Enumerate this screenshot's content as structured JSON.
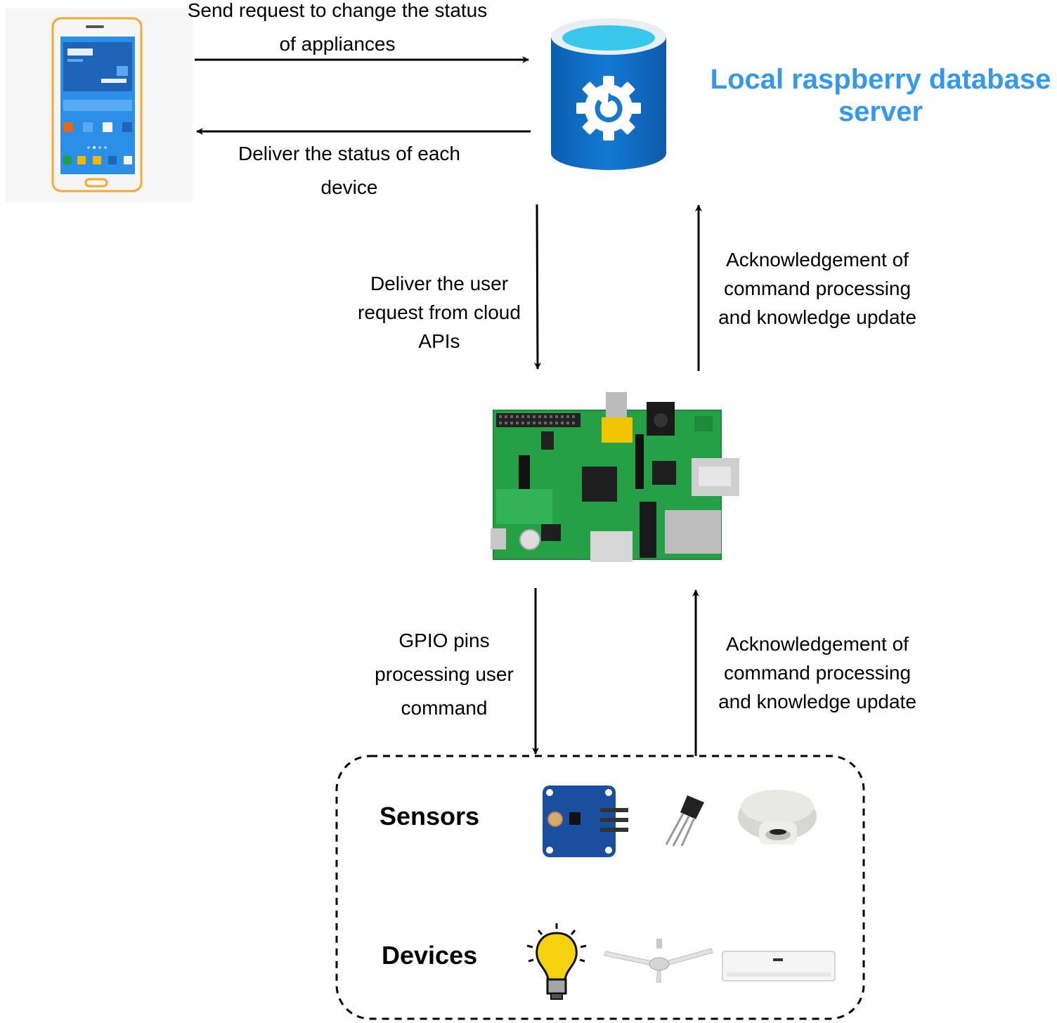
{
  "nodes": {
    "phone": {
      "icon": "smartphone-icon"
    },
    "database": {
      "icon": "database-icon",
      "title_line1": "Local raspberry database",
      "title_line2": "server",
      "color": "#3399ee"
    },
    "raspberry_pi": {
      "icon": "raspberry-pi-board-icon"
    }
  },
  "edges": {
    "phone_to_db": {
      "line1": "Send request to change the status",
      "line2": "of appliances"
    },
    "db_to_phone": {
      "line1": "Deliver the status of each",
      "line2": "device"
    },
    "db_to_pi": {
      "line1": "Deliver the user",
      "line2": "request from cloud",
      "line3": "APIs"
    },
    "pi_to_db": {
      "line1": "Acknowledgement of",
      "line2": "command processing",
      "line3": "and knowledge update"
    },
    "pi_to_devices": {
      "line1": "GPIO pins",
      "line2": "processing user",
      "line3": "command"
    },
    "devices_to_pi": {
      "line1": "Acknowledgement of",
      "line2": "command processing",
      "line3": "and knowledge update"
    }
  },
  "group": {
    "sensors_label": "Sensors",
    "devices_label": "Devices",
    "sensor_icons": [
      "light-sensor-module-icon",
      "temperature-sensor-icon",
      "smoke-detector-icon"
    ],
    "device_icons": [
      "light-bulb-icon",
      "ceiling-fan-icon",
      "air-conditioner-icon"
    ]
  }
}
